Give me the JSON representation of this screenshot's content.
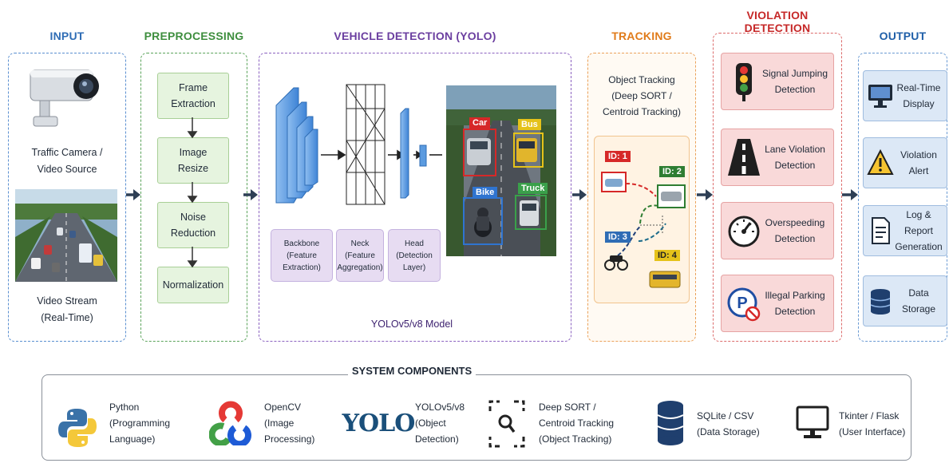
{
  "stages": {
    "input": "INPUT",
    "preprocessing": "PREPROCESSING",
    "detection": "VEHICLE DETECTION (YOLO)",
    "tracking": "TRACKING",
    "violation": "VIOLATION DETECTION",
    "output": "OUTPUT"
  },
  "input": {
    "camera_label": "Traffic Camera /\nVideo Source",
    "stream_label": "Video Stream\n(Real-Time)"
  },
  "preprocessing": {
    "steps": [
      "Frame\nExtraction",
      "Image\nResize",
      "Noise\nReduction",
      "Normalization"
    ]
  },
  "detection": {
    "blocks": [
      "Backbone\n(Feature Extraction)",
      "Neck\n(Feature\nAggregation)",
      "Head\n(Detection Layer)"
    ],
    "model_label": "YOLOv5/v8 Model",
    "boxes": {
      "car": "Car",
      "bus": "Bus",
      "bike": "Bike",
      "truck": "Truck"
    }
  },
  "tracking": {
    "title": "Object Tracking\n(Deep SORT /\nCentroid Tracking)",
    "ids": [
      "ID: 1",
      "ID: 2",
      "ID: 3",
      "ID: 4"
    ]
  },
  "violation": {
    "items": [
      {
        "label": "Signal Jumping\nDetection",
        "icon": "traffic-light-icon"
      },
      {
        "label": "Lane Violation\nDetection",
        "icon": "road-icon"
      },
      {
        "label": "Overspeeding\nDetection",
        "icon": "speedometer-icon"
      },
      {
        "label": "Illegal Parking\nDetection",
        "icon": "no-parking-icon"
      }
    ]
  },
  "output": {
    "items": [
      {
        "label": "Real-Time\nDisplay",
        "icon": "monitor-icon"
      },
      {
        "label": "Violation\nAlert",
        "icon": "warning-icon"
      },
      {
        "label": "Log & Report\nGeneration",
        "icon": "document-icon"
      },
      {
        "label": "Data Storage",
        "icon": "database-icon"
      }
    ]
  },
  "components": {
    "title": "SYSTEM COMPONENTS",
    "items": [
      {
        "label": "Python\n(Programming\nLanguage)",
        "icon": "python-icon"
      },
      {
        "label": "OpenCV\n(Image\nProcessing)",
        "icon": "opencv-icon"
      },
      {
        "label": "YOLOv5/v8\n(Object\nDetection)",
        "icon": "yolo-icon",
        "logo_text": "YOLO"
      },
      {
        "label": "Deep SORT /\nCentroid Tracking\n(Object Tracking)",
        "icon": "tracking-search-icon"
      },
      {
        "label": "SQLite / CSV\n(Data Storage)",
        "icon": "database-icon"
      },
      {
        "label": "Tkinter / Flask\n(User Interface)",
        "icon": "monitor-icon"
      }
    ]
  },
  "colors": {
    "input": "#2f6db5",
    "preprocessing": "#3e8e3e",
    "detection": "#6b3fa0",
    "tracking": "#e07b1a",
    "violation": "#c62828",
    "output": "#1f5fa8",
    "arrow": "#2e3f55"
  }
}
